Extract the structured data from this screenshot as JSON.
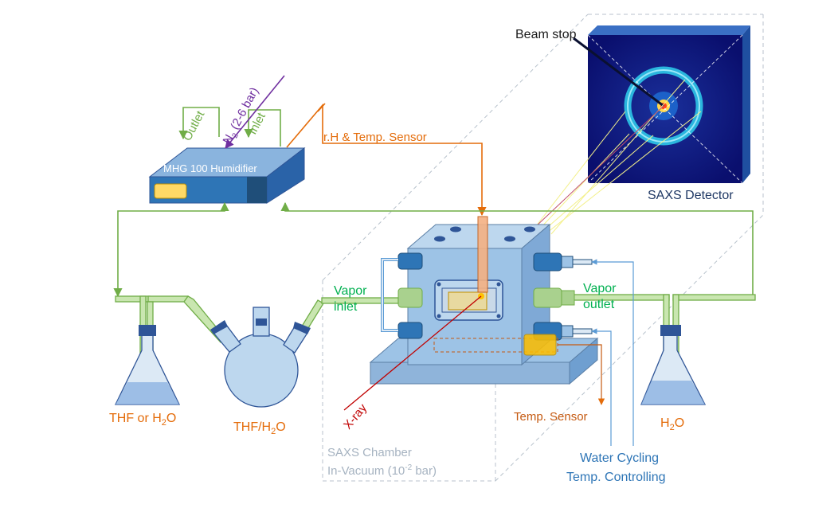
{
  "labels": {
    "beam_stop": "Beam stop",
    "saxs_detector": "SAXS Detector",
    "outlet": "Outlet",
    "n2_main": "N",
    "n2_sub": "2",
    "n2_rest": " (2-6 bar)",
    "inlet": "Inlet",
    "humidifier": "MHG 100 Humidifier",
    "rh_sensor": "r.H & Temp. Sensor",
    "vapor_inlet_1": "Vapor",
    "vapor_inlet_2": "inlet",
    "vapor_outlet_1": "Vapor",
    "vapor_outlet_2": "outlet",
    "xray": "X-ray",
    "temp_sensor": "Temp. Sensor",
    "thf_or_h2o_a": "THF or H",
    "thf_or_h2o_sub": "2",
    "thf_or_h2o_b": "O",
    "thf_h2o_a": "THF/H",
    "thf_h2o_sub": "2",
    "thf_h2o_b": "O",
    "h2o_a": "H",
    "h2o_sub": "2",
    "h2o_b": "O",
    "chamber_1": "SAXS Chamber",
    "chamber_2a": "In-Vacuum (10",
    "chamber_2sup": "-2",
    "chamber_2b": " bar)",
    "water_1": "Water Cycling",
    "water_2": "Temp. Controlling"
  },
  "colors": {
    "green": "#70ad47",
    "orange": "#e46c0a",
    "purple": "#7030a0",
    "blue_line": "#5b9bd5",
    "text_blue": "#1f4e79",
    "chamber_gray": "#a6b3c1",
    "xray_red": "#c00000"
  }
}
